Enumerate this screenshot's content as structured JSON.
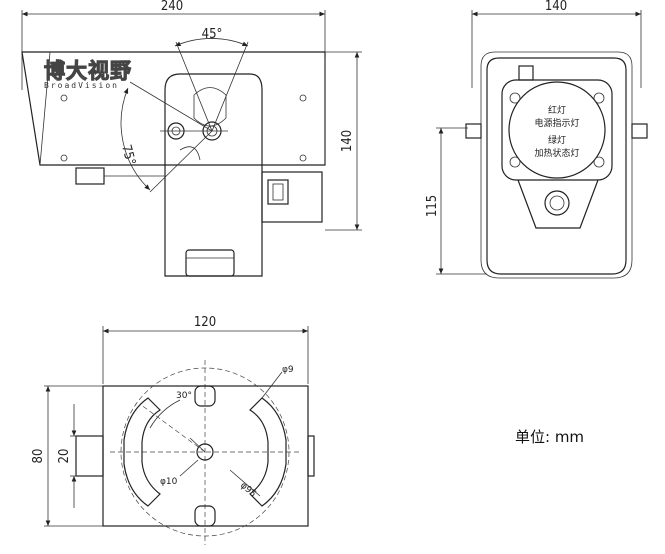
{
  "side_view": {
    "width_label": "240",
    "height_label": "140",
    "angle_top_label": "45°",
    "angle_side_label": "75°",
    "brand_cn": "博大视野",
    "brand_en": "BroadVision"
  },
  "front_view": {
    "width_label": "140",
    "height_label": "115",
    "label_red": "红灯",
    "label_red_desc": "电源指示灯",
    "label_green": "绿灯",
    "label_green_desc": "加热状态灯"
  },
  "base_view": {
    "width_label": "120",
    "height_label": "80",
    "slot_label": "20",
    "angle_label": "30°",
    "hole_small_label": "φ9",
    "hole_center_label": "φ10",
    "circle_label": "φ95"
  },
  "unit_label": "单位: mm"
}
